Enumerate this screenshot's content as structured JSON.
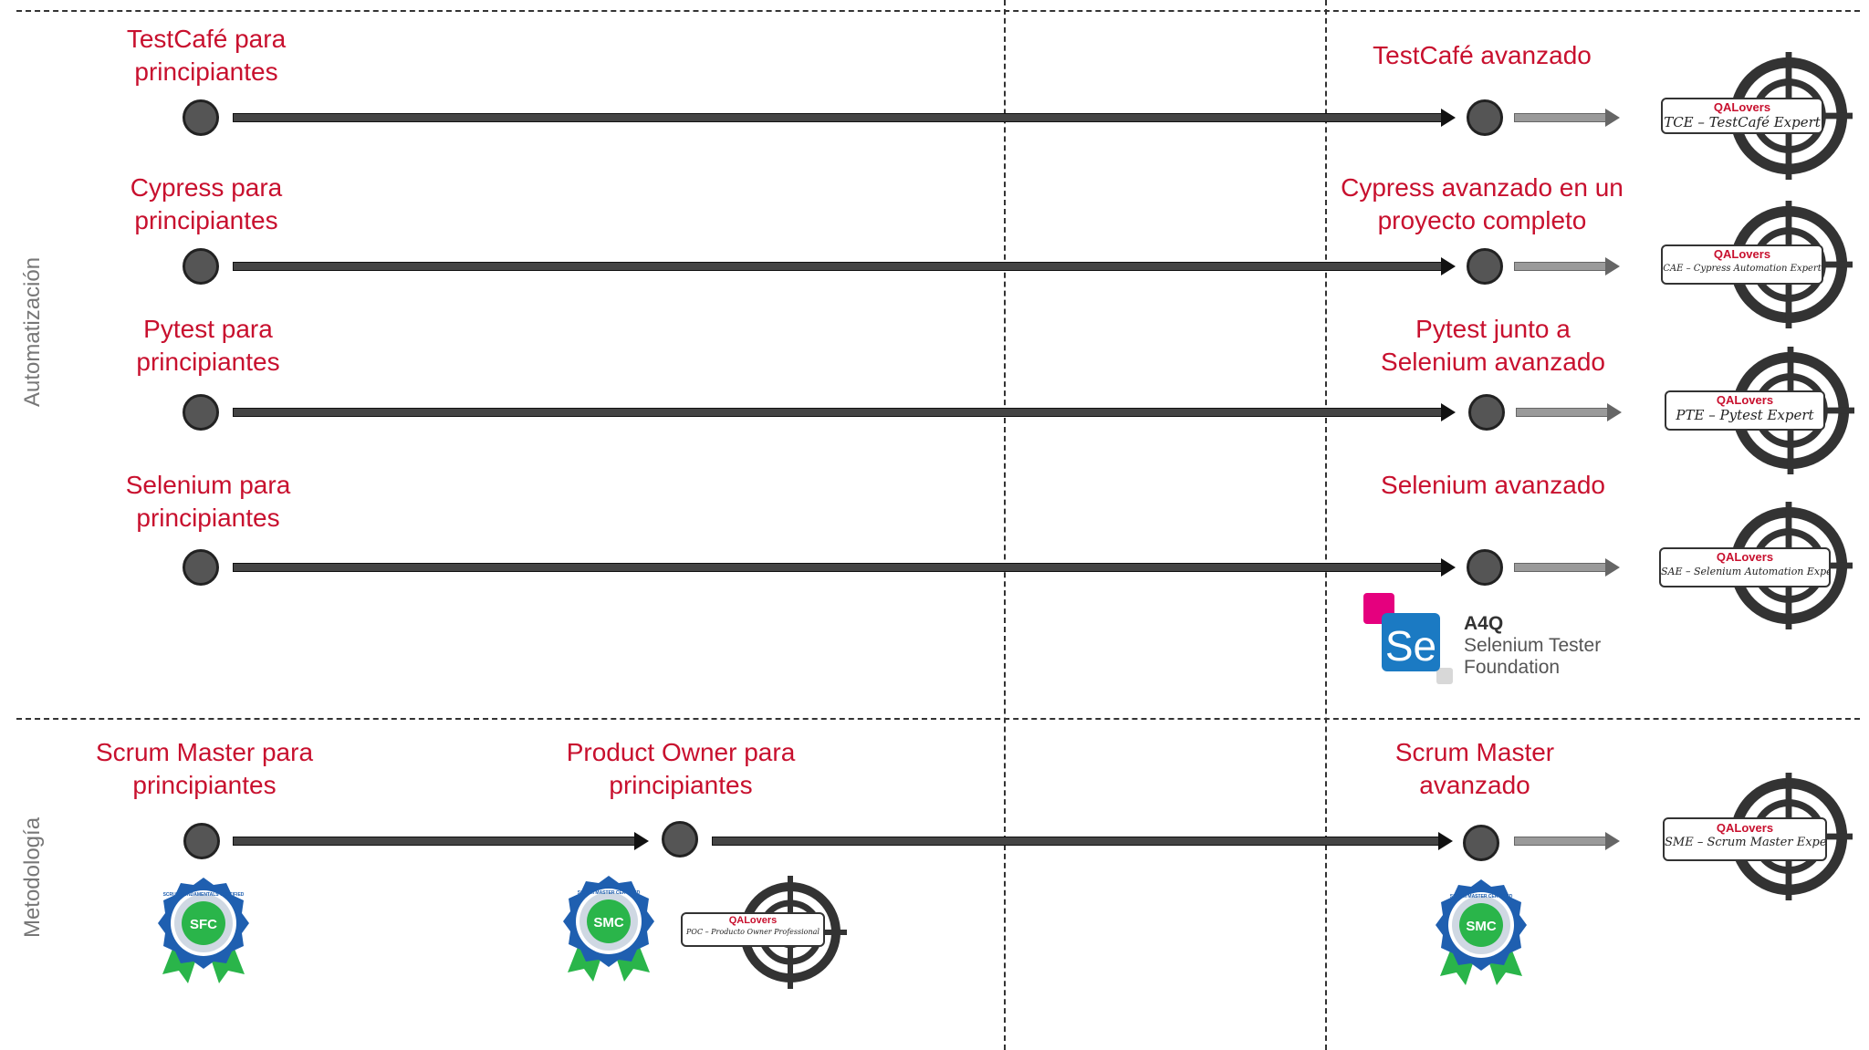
{
  "sections": {
    "automation": "Automatización",
    "methodology": "Metodología"
  },
  "colors": {
    "course_text": "#c8102e",
    "section_text": "#777777",
    "brand": "#c8102e",
    "selenium_blue": "#1b7ac3",
    "selenium_pink": "#e5007e",
    "badge_blue": "#1f5fb0",
    "badge_green": "#2ab54a"
  },
  "automation_tracks": [
    {
      "start_label_1": "TestCafé para",
      "start_label_2": "principiantes",
      "end_label_1": "TestCafé avanzado",
      "end_label_2": "",
      "cert_brand": "QALovers",
      "cert_name": "TCE – TestCafé Expert"
    },
    {
      "start_label_1": "Cypress para",
      "start_label_2": "principiantes",
      "end_label_1": "Cypress avanzado en un",
      "end_label_2": "proyecto completo",
      "cert_brand": "QALovers",
      "cert_name": "CAE – Cypress Automation Expert"
    },
    {
      "start_label_1": "Pytest para",
      "start_label_2": "principiantes",
      "end_label_1": "Pytest junto a",
      "end_label_2": "Selenium avanzado",
      "cert_brand": "QALovers",
      "cert_name": "PTE – Pytest Expert"
    },
    {
      "start_label_1": "Selenium para",
      "start_label_2": "principiantes",
      "end_label_1": "Selenium avanzado",
      "end_label_2": "",
      "cert_brand": "QALovers",
      "cert_name": "SAE – Selenium Automation Expert"
    }
  ],
  "selenium_cert": {
    "logo_text": "Se",
    "issuer": "A4Q",
    "line1": "Selenium Tester",
    "line2": "Foundation"
  },
  "methodology_track": {
    "start_label_1": "Scrum Master para",
    "start_label_2": "principiantes",
    "start_badge": "SFC",
    "start_badge_ring": "SCRUM FUNDAMENTALS CERTIFIED",
    "mid_label_1": "Product Owner para",
    "mid_label_2": "principiantes",
    "mid_badge": "SMC",
    "mid_badge_ring": "SCRUM MASTER CERTIFIED",
    "mid_cert_brand": "QALovers",
    "mid_cert_name": "POC – Producto Owner Professional",
    "end_label_1": "Scrum Master",
    "end_label_2": "avanzado",
    "end_badge": "SMC",
    "end_badge_ring": "SCRUM MASTER CERTIFIED",
    "end_cert_brand": "QALovers",
    "end_cert_name": "SME – Scrum Master Expert"
  }
}
